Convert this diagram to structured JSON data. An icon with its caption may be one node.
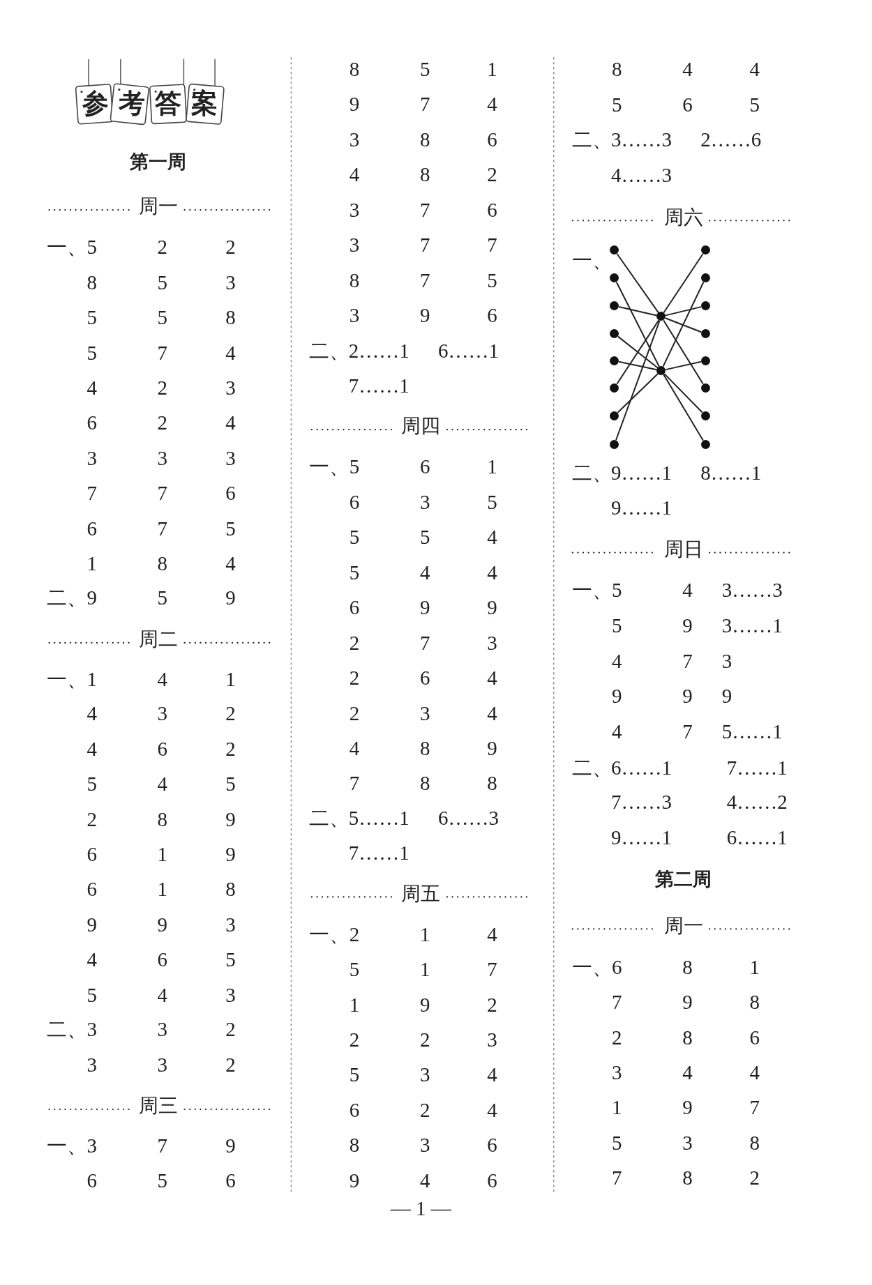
{
  "diagram": {
    "title": "参考答案",
    "nodes": [
      {
        "text": [],
        "shape": "circle"
      },
      {
        "text": [],
        "shape": "circle"
      },
      {
        "text": [],
        "shape": "circle"
      },
      {
        "text": [],
        "shape": "circle"
      },
      {
        "text": [],
        "shape": "circle"
      },
      {
        "text": [],
        "shape": "circle"
      },
      {
        "text": [],
        "shape": "circle"
      },
      {
        "text": [],
        "shape": "circle"
      },
      {
        "text": [],
        "shape": "circle"
      },
      {
        "text": [],
        "shape": "circle"
      },
      {
        "text": [],
        "shape": "circle"
      },
      {
        "text": [],
        "shape": "circle"
      },
      {
        "text": [],
        "shape": "circle"
      },
      {
        "text": [],
        "shape": "circle"
      },
      {
        "text": [],
        "shape": "circle"
      },
      {
        "text": [],
        "shape": "circle"
      },
      {
        "text": [],
        "shape": "circle"
      },
      {
        "text": [],
        "shape": "circle"
      }
    ],
    "edges": [
      {
        "from": 0,
        "to": 8,
        "arrow": "none"
      },
      {
        "from": 2,
        "to": 8,
        "arrow": "none"
      },
      {
        "from": 5,
        "to": 8,
        "arrow": "none"
      },
      {
        "from": 7,
        "to": 8,
        "arrow": "none"
      },
      {
        "from": 1,
        "to": 9,
        "arrow": "none"
      },
      {
        "from": 3,
        "to": 9,
        "arrow": "none"
      },
      {
        "from": 4,
        "to": 9,
        "arrow": "none"
      },
      {
        "from": 6,
        "to": 9,
        "arrow": "none"
      },
      {
        "from": 8,
        "to": 10,
        "arrow": "none"
      },
      {
        "from": 8,
        "to": 12,
        "arrow": "none"
      },
      {
        "from": 8,
        "to": 13,
        "arrow": "none"
      },
      {
        "from": 8,
        "to": 15,
        "arrow": "none"
      },
      {
        "from": 9,
        "to": 11,
        "arrow": "none"
      },
      {
        "from": 9,
        "to": 14,
        "arrow": "none"
      },
      {
        "from": 9,
        "to": 16,
        "arrow": "none"
      },
      {
        "from": 9,
        "to": 17,
        "arrow": "none"
      }
    ],
    "labels": [
      "第一周",
      "周一",
      "一、",
      "5",
      "2",
      "2",
      "8",
      "5",
      "3",
      "5",
      "5",
      "8",
      "5",
      "7",
      "4",
      "4",
      "2",
      "3",
      "6",
      "2",
      "4",
      "3",
      "3",
      "3",
      "7",
      "7",
      "6",
      "6",
      "7",
      "5",
      "1",
      "8",
      "4",
      "二、",
      "9",
      "5",
      "9",
      "周二",
      "一、",
      "1",
      "4",
      "1",
      "4",
      "3",
      "2",
      "4",
      "6",
      "2",
      "5",
      "4",
      "5",
      "2",
      "8",
      "9",
      "6",
      "1",
      "9",
      "6",
      "1",
      "8",
      "9",
      "9",
      "3",
      "4",
      "6",
      "5",
      "5",
      "4",
      "3",
      "二、",
      "3",
      "3",
      "2",
      "3",
      "3",
      "2",
      "周三",
      "一、",
      "3",
      "7",
      "9",
      "6",
      "5",
      "6",
      "8",
      "5",
      "1",
      "9",
      "7",
      "4",
      "3",
      "8",
      "6",
      "4",
      "8",
      "2",
      "3",
      "7",
      "6",
      "3",
      "7",
      "7",
      "8",
      "7",
      "5",
      "3",
      "9",
      "6",
      "二、",
      "2……1",
      "6……1",
      "7……1",
      "周四",
      "一、",
      "5",
      "6",
      "1",
      "6",
      "3",
      "5",
      "5",
      "5",
      "4",
      "5",
      "4",
      "4",
      "6",
      "9",
      "9",
      "2",
      "7",
      "3",
      "2",
      "6",
      "4",
      "2",
      "3",
      "4",
      "4",
      "8",
      "9",
      "7",
      "8",
      "8",
      "二、",
      "5……1",
      "6……3",
      "7……1",
      "周五",
      "一、",
      "2",
      "1",
      "4",
      "5",
      "1",
      "7",
      "1",
      "9",
      "2",
      "2",
      "2",
      "3",
      "5",
      "3",
      "4",
      "6",
      "2",
      "4",
      "8",
      "3",
      "6",
      "9",
      "4",
      "6",
      "8",
      "4",
      "4",
      "5",
      "6",
      "5",
      "二、",
      "3……3",
      "2……6",
      "4……3",
      "周六",
      "一、",
      "二、",
      "9……1",
      "8……1",
      "9……1",
      "周日",
      "一、",
      "5",
      "4",
      "3……3",
      "5",
      "9",
      "3……1",
      "4",
      "7",
      "3",
      "9",
      "9",
      "9",
      "4",
      "7",
      "5……1",
      "二、",
      "6……1",
      "7……1",
      "7……3",
      "4……2",
      "9……1",
      "6……1",
      "第二周",
      "周一",
      "一、",
      "6",
      "8",
      "1",
      "7",
      "9",
      "8",
      "2",
      "8",
      "6",
      "3",
      "4",
      "4",
      "1",
      "9",
      "7",
      "5",
      "3",
      "8",
      "7",
      "8",
      "2",
      "— 1 —"
    ]
  }
}
